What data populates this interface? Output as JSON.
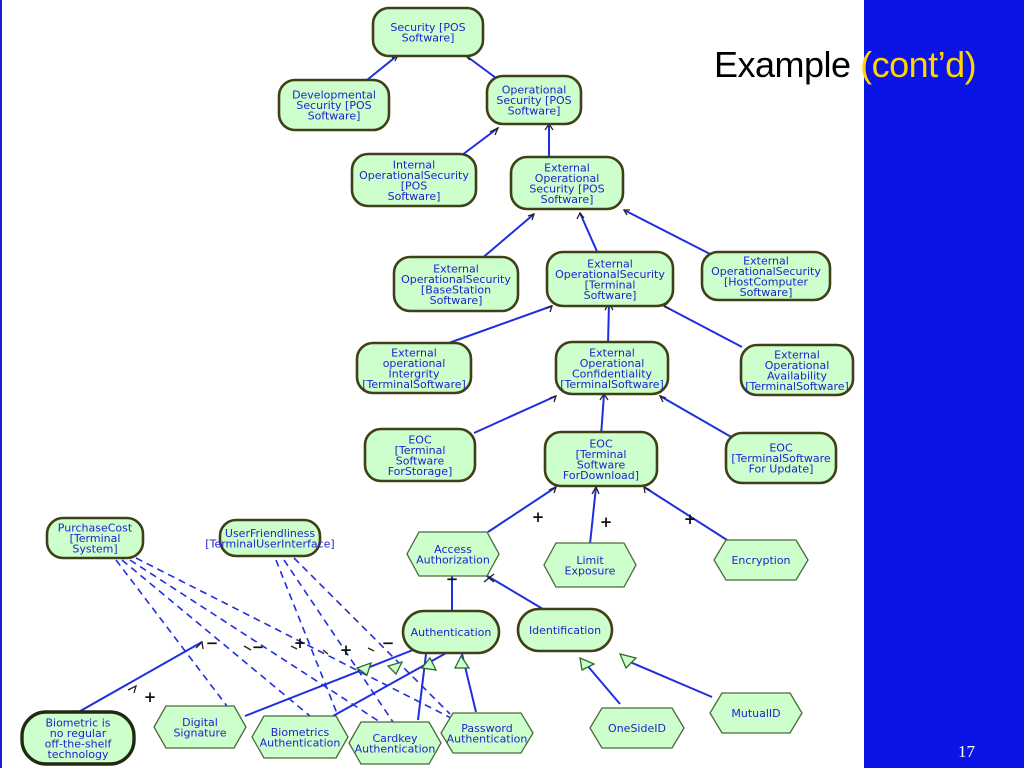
{
  "title": {
    "main": "Example",
    "accent": "(cont’d)"
  },
  "page_number": "17",
  "colors": {
    "node_fill": "#ccffcc",
    "node_stroke": "#404018",
    "edge": "#1f2fe0",
    "text": "#2222cc",
    "panel": "#0a14e6",
    "accent": "#ffd400"
  },
  "nodes": {
    "security_pos": [
      "Security [POS",
      "Software]"
    ],
    "developmental": [
      "Developmental",
      "Security [POS",
      "Software]"
    ],
    "operational": [
      "Operational",
      "Security [POS",
      "Software]"
    ],
    "internal_op": [
      "Internal",
      "OperationalSecurity",
      "[POS",
      "Software]"
    ],
    "external_op": [
      "External",
      "Operational",
      "Security [POS",
      "Software]"
    ],
    "ext_base": [
      "External",
      "OperationalSecurity",
      "[BaseStation",
      "Software]"
    ],
    "ext_terminal": [
      "External",
      "OperationalSecurity",
      "[Terminal",
      "Software]"
    ],
    "ext_host": [
      "External",
      "OperationalSecurity",
      "[HostComputer",
      "Software]"
    ],
    "integrity": [
      "External",
      "operational",
      "Intergrity",
      "[TerminalSoftware]"
    ],
    "confidentiality": [
      "External",
      "Operational",
      "Confidentiality",
      "[TerminalSoftware]"
    ],
    "availability": [
      "External",
      "Operational",
      "Availability",
      "[TerminalSoftware]"
    ],
    "eoc_storage": [
      "EOC",
      "[Terminal",
      "Software",
      "ForStorage]"
    ],
    "eoc_download": [
      "EOC",
      "[Terminal",
      "Software",
      "ForDownload]"
    ],
    "eoc_update": [
      "EOC",
      "[TerminalSoftware",
      "For Update]"
    ],
    "purchase_cost": [
      "PurchaseCost",
      "[Terminal",
      "System]"
    ],
    "user_friendliness": [
      "UserFriendliness",
      "[TerminalUserInterface]"
    ],
    "access_authorization": [
      "Access",
      "Authorization"
    ],
    "limit_exposure": [
      "Limit",
      "Exposure"
    ],
    "encryption": [
      "Encryption"
    ],
    "authentication": [
      "Authentication"
    ],
    "identification": [
      "Identification"
    ],
    "biometric_claim": [
      "Biometric is",
      "no regular",
      "off-the-shelf",
      "technology"
    ],
    "digital_signature": [
      "Digital",
      "Signature"
    ],
    "biometrics_auth": [
      "Biometrics",
      "Authentication"
    ],
    "cardkey_auth": [
      "Cardkey",
      "Authentication"
    ],
    "password_auth": [
      "Password",
      "Authentication"
    ],
    "one_side_id": [
      "OneSideID"
    ],
    "mutual_id": [
      "MutualID"
    ]
  },
  "contributions": {
    "plus": "+",
    "minus": "−"
  }
}
